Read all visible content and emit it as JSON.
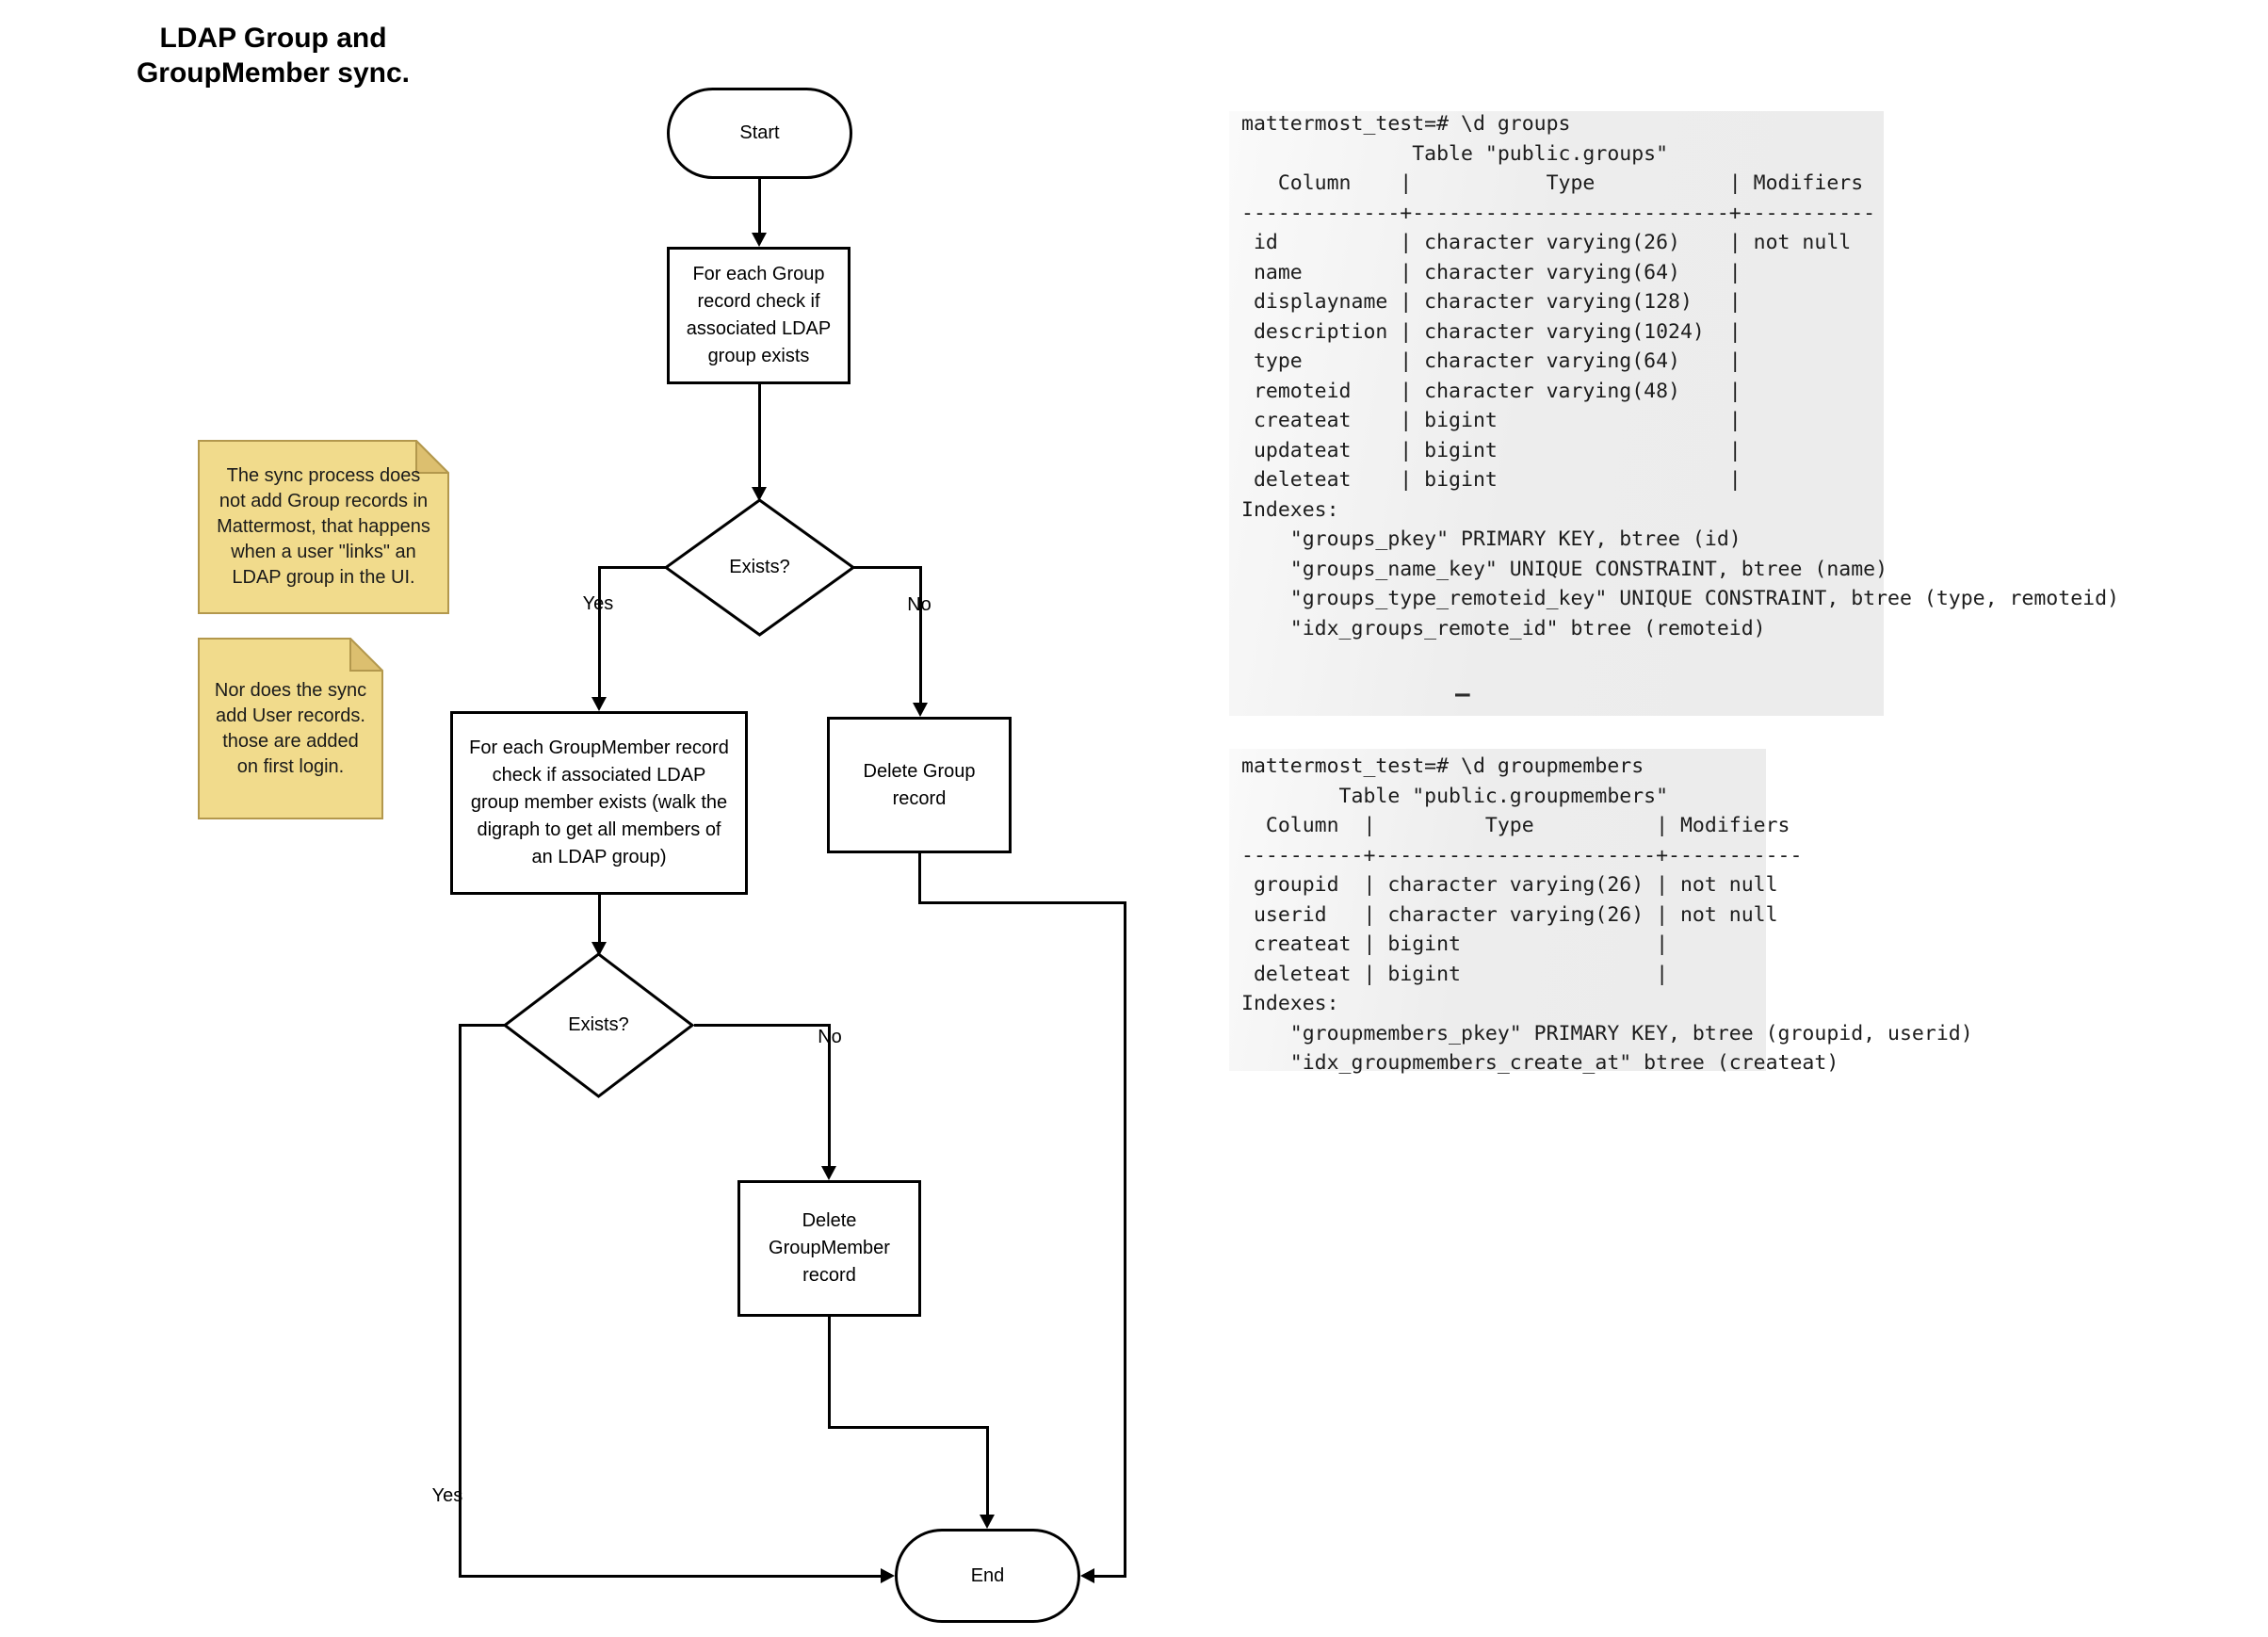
{
  "title": "LDAP Group and\nGroupMember sync.",
  "flowchart": {
    "start_label": "Start",
    "process_check_group": "For each Group\nrecord check if\nassociated LDAP\ngroup exists",
    "decision1_label": "Exists?",
    "process_check_groupmember": "For each GroupMember record\ncheck if associated LDAP\ngroup member exists (walk the\ndigraph to get all members of\nan LDAP group)",
    "process_delete_group": "Delete Group\nrecord",
    "decision2_label": "Exists?",
    "process_delete_groupmember": "Delete\nGroupMember\nrecord",
    "end_label": "End",
    "edge_labels": {
      "yes1": "Yes",
      "no1": "No",
      "yes2": "Yes",
      "no2": "No"
    }
  },
  "notes": {
    "note1": "The sync process does\nnot add Group records in\nMattermost, that happens\nwhen a user \"links\" an\nLDAP group in the UI.",
    "note2": "Nor does the sync\nadd User records.\nthose are added\non first login."
  },
  "terminals": {
    "groups_table": "mattermost_test=# \\d groups\n              Table \"public.groups\"\n   Column    |           Type           | Modifiers\n-------------+--------------------------+-----------\n id          | character varying(26)    | not null\n name        | character varying(64)    | \n displayname | character varying(128)   | \n description | character varying(1024)  | \n type        | character varying(64)    | \n remoteid    | character varying(48)    | \n createat    | bigint                   | \n updateat    | bigint                   | \n deleteat    | bigint                   | \nIndexes:\n    \"groups_pkey\" PRIMARY KEY, btree (id)\n    \"groups_name_key\" UNIQUE CONSTRAINT, btree (name)\n    \"groups_type_remoteid_key\" UNIQUE CONSTRAINT, btree (type, remoteid)\n    \"idx_groups_remote_id\" btree (remoteid)",
    "groupmembers_table": "mattermost_test=# \\d groupmembers\n        Table \"public.groupmembers\"\n  Column  |         Type          | Modifiers\n----------+-----------------------+-----------\n groupid  | character varying(26) | not null\n userid   | character varying(26) | not null\n createat | bigint                | \n deleteat | bigint                | \nIndexes:\n    \"groupmembers_pkey\" PRIMARY KEY, btree (groupid, userid)\n    \"idx_groupmembers_create_at\" btree (createat)",
    "cursor": "–"
  },
  "colors": {
    "note_fill": "#F1DB8C",
    "note_fold": "#DCBF6F",
    "note_border": "#B3984D",
    "terminal_bg": "#ECECEC",
    "stroke": "#000000"
  }
}
